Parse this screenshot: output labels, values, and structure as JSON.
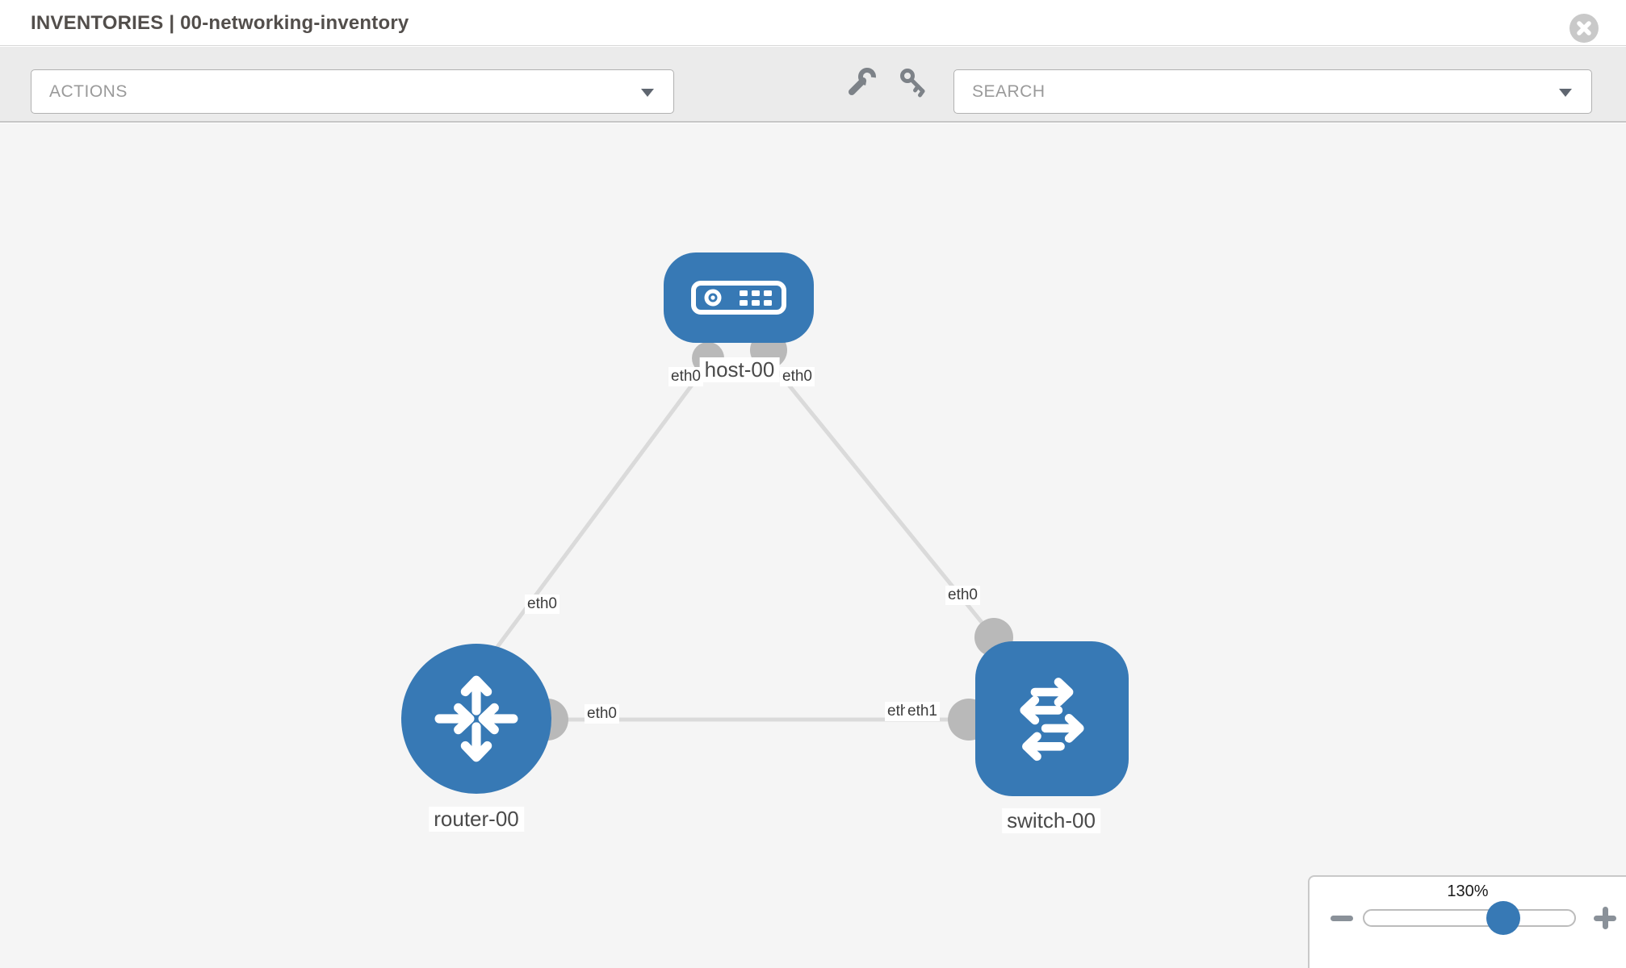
{
  "header": {
    "title": "INVENTORIES | 00-networking-inventory",
    "close_icon": "circle-x-icon"
  },
  "toolbar": {
    "actions_label": "ACTIONS",
    "search_label": "SEARCH",
    "icons": [
      "wrench-icon",
      "key-icon",
      "caret-down-icon"
    ]
  },
  "canvas": {
    "colors": {
      "node_blue": "#3779b5",
      "link_gray": "#dadada",
      "port_gray": "#b9b9b9",
      "canvas_bg": "#f5f5f5"
    },
    "nodes": [
      {
        "id": "host-00",
        "type": "host",
        "label": "host-00",
        "icon": "host-icon"
      },
      {
        "id": "router-00",
        "type": "router",
        "label": "router-00",
        "icon": "router-icon"
      },
      {
        "id": "switch-00",
        "type": "switch",
        "label": "switch-00",
        "icon": "switch-icon"
      }
    ],
    "links": [
      {
        "from": "host-00",
        "to": "router-00"
      },
      {
        "from": "host-00",
        "to": "switch-00"
      },
      {
        "from": "router-00",
        "to": "switch-00"
      }
    ],
    "interface_labels": {
      "host_left": "eth0",
      "host_right": "eth0",
      "link_host_router": "eth0",
      "link_host_switch": "eth0",
      "router_right": "eth0",
      "link_mid_left": "eth0",
      "link_mid_right": "eth1"
    }
  },
  "zoom_control": {
    "level": "130%",
    "minus_icon": "minus-icon",
    "plus_icon": "plus-icon"
  }
}
